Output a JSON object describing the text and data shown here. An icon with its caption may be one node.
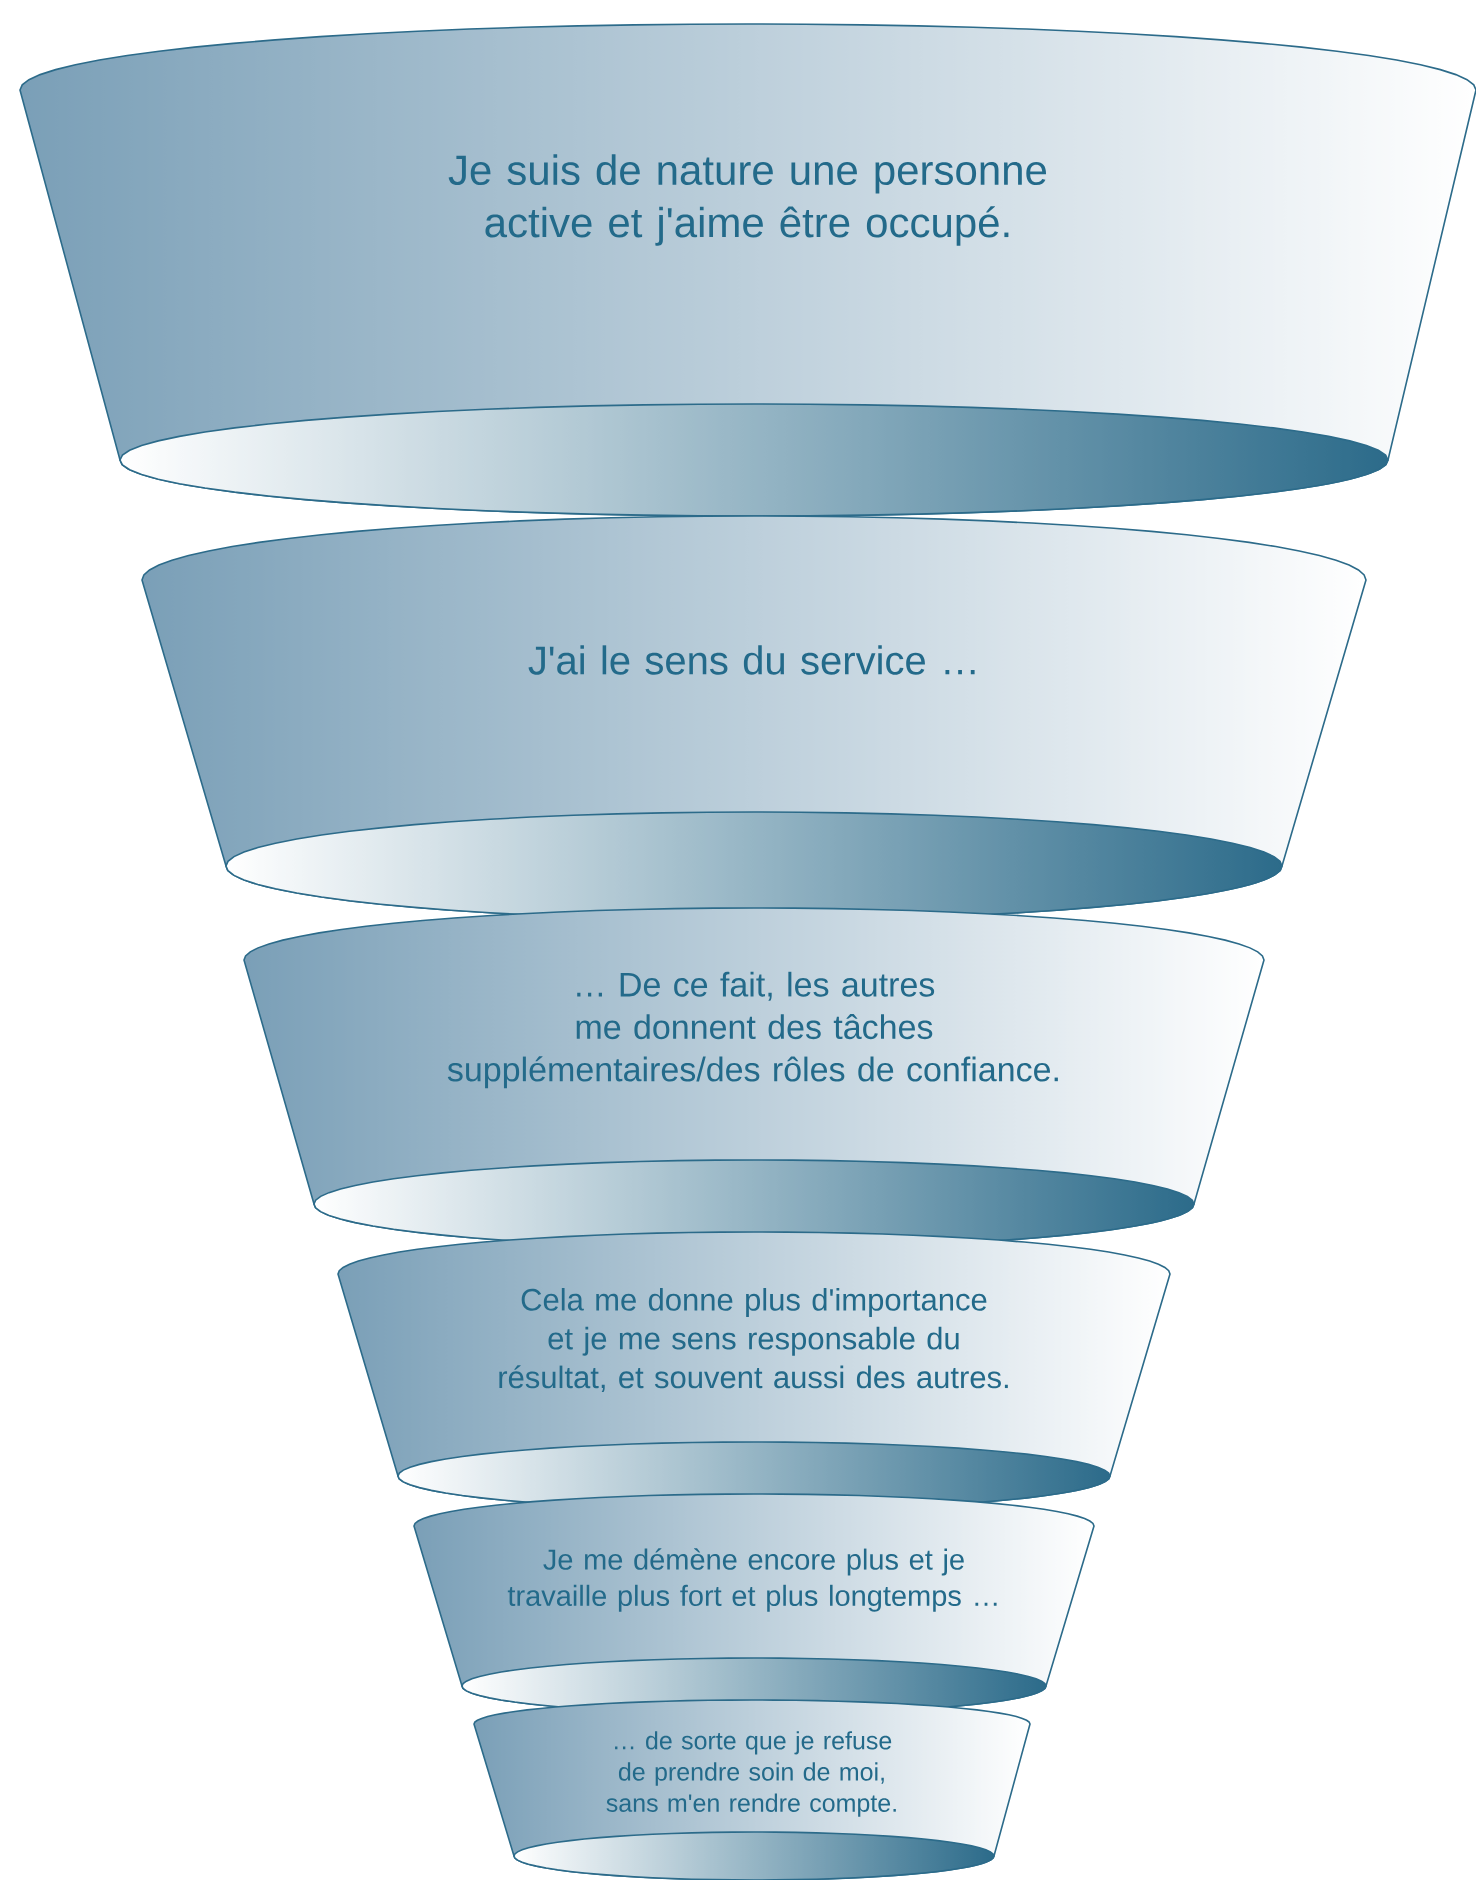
{
  "diagram": {
    "nodes": [
      {
        "text": [
          "Je suis de nature une personne active et j'aime être occupé."
        ]
      },
      {
        "text": [
          "J'ai le sens du service …"
        ]
      },
      {
        "text": [
          "… De ce fait, les autres me donnent des tâches supplémentaires/des rôles de confiance."
        ]
      },
      {
        "text": [
          "Cela me donne plus d'importance et je me sens responsable du résultat, et souvent aussi des autres."
        ]
      },
      {
        "text": [
          "Je me démène encore plus et je travaille plus fort et plus longtemps …"
        ]
      },
      {
        "text": [
          "… de sorte que je refuse de prendre soin de moi, sans m'en rendre compte."
        ]
      }
    ]
  }
}
